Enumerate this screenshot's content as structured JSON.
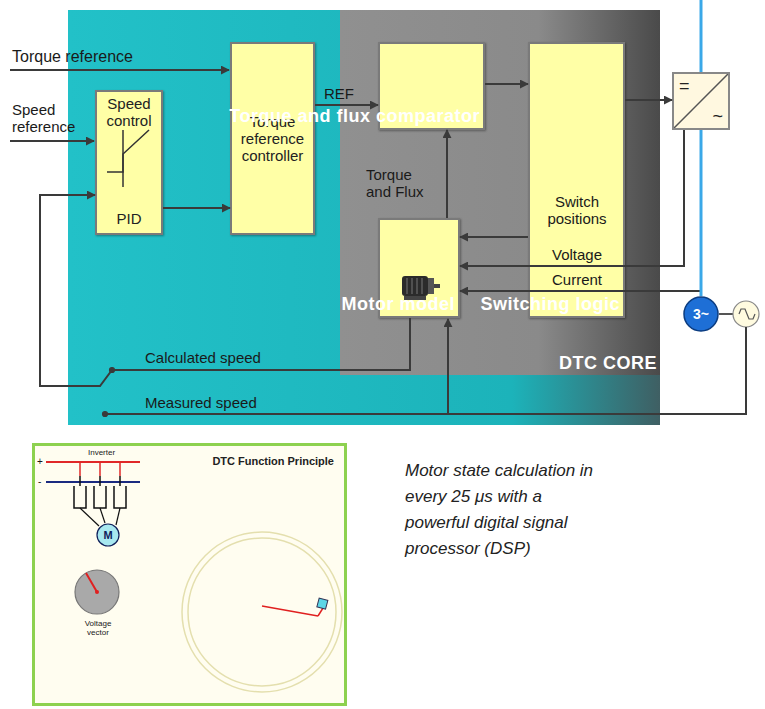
{
  "diagram": {
    "nodes": [
      {
        "text": [
          "Speed control",
          "PID"
        ]
      },
      {
        "text": [
          "Torque reference controller"
        ]
      },
      {
        "text": [
          "DTC CORE"
        ]
      },
      {
        "text": [
          "Torque and flux comparator"
        ],
        "in": 2
      },
      {
        "text": [
          "Switching logic"
        ],
        "in": 2
      },
      {
        "text": [
          "Motor model"
        ],
        "in": 2
      },
      {
        "text": [
          "=",
          "~"
        ]
      },
      {
        "text": [
          "3~"
        ]
      },
      {
        "text": [
          "DTC Function Principle"
        ]
      },
      {
        "text": [
          "M"
        ],
        "in": 8
      }
    ],
    "edges": [
      {
        "from": 0,
        "to": 1,
        "arrow": "to"
      },
      {
        "from": 1,
        "to": 3,
        "arrow": "to",
        "label": "REF"
      },
      {
        "from": 3,
        "to": 4,
        "arrow": "to"
      },
      {
        "from": 5,
        "to": 3,
        "arrow": "to",
        "label": "Torque and Flux"
      },
      {
        "from": 4,
        "to": 6,
        "arrow": "to"
      },
      {
        "from": 4,
        "to": 5,
        "arrow": "to",
        "label": "Switch positions"
      },
      {
        "from": 6,
        "to": 5,
        "arrow": "to",
        "label": "Voltage"
      },
      {
        "from": 7,
        "to": 5,
        "arrow": "to",
        "label": "Current"
      },
      {
        "from": 6,
        "to": 7,
        "arrow": "none"
      },
      {
        "from": 5,
        "to": 0,
        "arrow": "to",
        "label": "Calculated speed"
      }
    ],
    "labels": [
      "Torque reference",
      "Speed reference",
      "Measured speed",
      "Inverter",
      "+",
      "-",
      "Voltage vector",
      "Motor state calculation in every 25 μs with a powerful digital signal processor (DSP)"
    ]
  }
}
